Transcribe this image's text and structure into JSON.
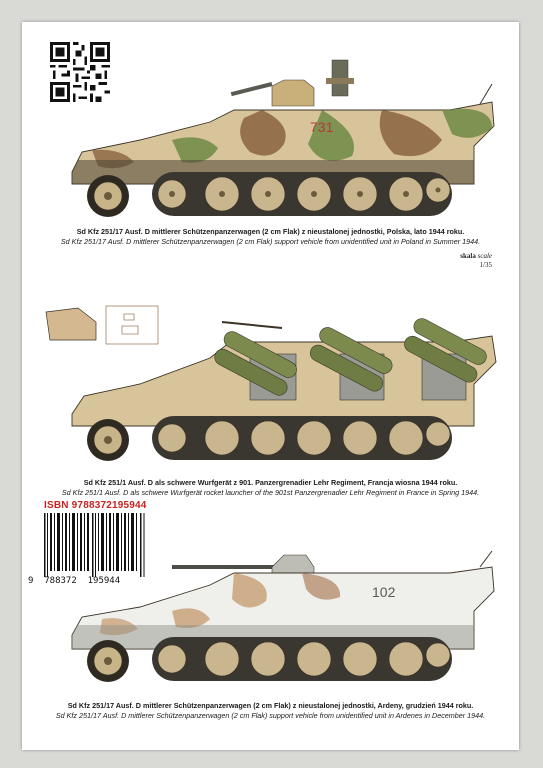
{
  "isbn_label": "ISBN 9788372195944",
  "isbn_digits": "9  788372  195944",
  "scale": {
    "label_pl": "skala",
    "label_en": "scale",
    "value": "1/35"
  },
  "vehicles": [
    {
      "marking": "731",
      "caption_pl": "Sd Kfz 251/17 Ausf. D mittlerer Schützenpanzerwagen (2 cm Flak) z nieustalonej jednostki, Polska, lato 1944 roku.",
      "caption_en": "Sd Kfz 251/17 Ausf. D mittlerer Schützenpanzerwagen (2 cm Flak) support vehicle from unidentified unit in Poland in Summer 1944."
    },
    {
      "marking": "",
      "caption_pl": "Sd Kfz 251/1 Ausf. D als schwere Wurfgerät z 901. Panzergrenadier Lehr Regiment, Francja wiosna 1944 roku.",
      "caption_en": "Sd Kfz 251/1 Ausf. D als schwere Wurfgerät rocket launcher of the 901st Panzergrenadier Lehr Regiment in France in Spring 1944."
    },
    {
      "marking": "102",
      "caption_pl": "Sd Kfz 251/17 Ausf. D mittlerer Schützenpanzerwagen (2 cm Flak) z nieustalonej jednostki, Ardeny, grudzień 1944 roku.",
      "caption_en": "Sd Kfz 251/17 Ausf. D mittlerer Schützenpanzerwagen (2 cm Flak) support vehicle from unidentified unit in Ardenes in December 1944."
    }
  ],
  "colors": {
    "page": "#ffffff",
    "isbn_red": "#cc1f1f",
    "sand": "#d8c49a",
    "olive_green": "#6f8a45",
    "brown": "#8a6440",
    "winter_white": "#efefec"
  },
  "icons": [
    "qr-code-icon",
    "barcode-icon",
    "rocket-crate-inset-icon",
    "cross-marking-inset-icon"
  ]
}
